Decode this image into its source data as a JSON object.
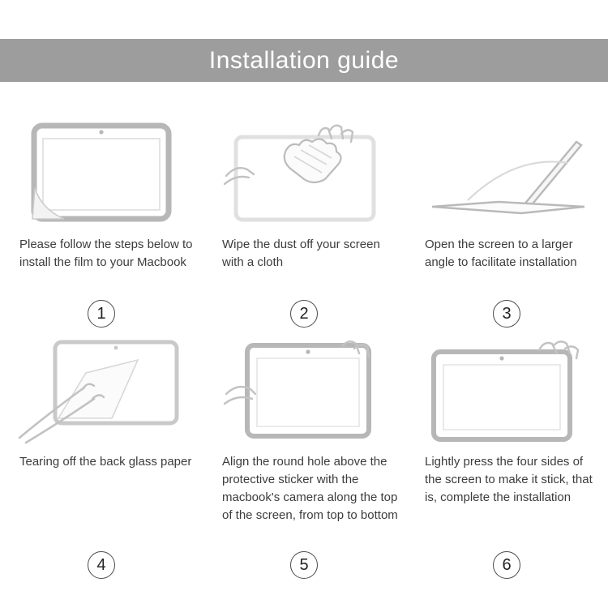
{
  "header": {
    "title": "Installation guide"
  },
  "steps": [
    {
      "number": "1",
      "caption": "Please follow the steps below to install the film to your Macbook",
      "illustration": "macbook-screen-with-film-peel"
    },
    {
      "number": "2",
      "caption": "Wipe the dust off your screen with a cloth",
      "illustration": "hands-wiping-screen-with-cloth"
    },
    {
      "number": "3",
      "caption": "Open the screen to a larger angle to facilitate installation",
      "illustration": "open-laptop-wide-angle"
    },
    {
      "number": "4",
      "caption": "Tearing off the back glass paper",
      "illustration": "hands-tearing-back-paper"
    },
    {
      "number": "5",
      "caption": "Align the round hole above the protective sticker with the macbook's camera along the top of the screen, from top to bottom",
      "illustration": "align-film-with-camera"
    },
    {
      "number": "6",
      "caption": "Lightly press the four sides of the screen to make it stick, that is, complete the installation",
      "illustration": "press-four-sides"
    }
  ],
  "colors": {
    "header_bg": "#9d9d9d",
    "header_text": "#ffffff",
    "line_art": "#b7b7b7",
    "caption_text": "#3c3c3c"
  }
}
